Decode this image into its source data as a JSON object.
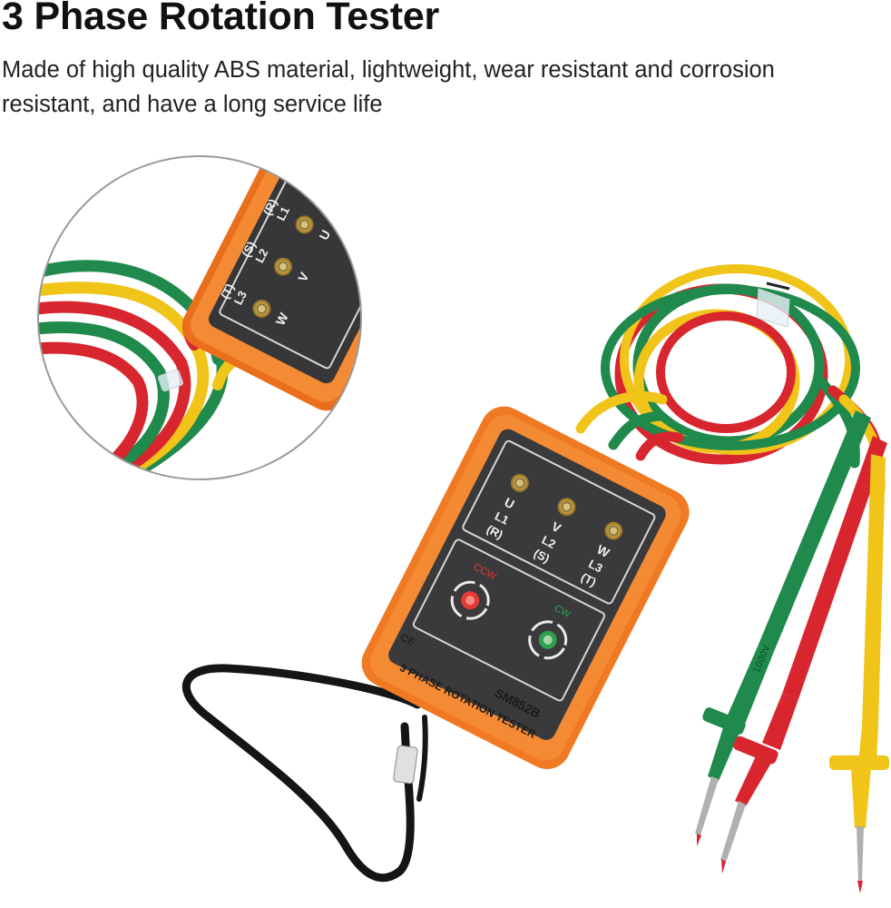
{
  "header": {
    "title": "3 Phase Rotation Tester",
    "description": "Made of high quality ABS material, lightweight, wear resistant and corrosion resistant, and have a long service life"
  },
  "device": {
    "model": "SM852B",
    "name": "3 PHASE ROTATION TESTER",
    "ce_mark": "CE",
    "body_color": "#f07a24",
    "face_color": "#3a3a3c",
    "phases": [
      {
        "letter": "U",
        "line": "L1",
        "code": "(R)"
      },
      {
        "letter": "V",
        "line": "L2",
        "code": "(S)"
      },
      {
        "letter": "W",
        "line": "L3",
        "code": "(T)"
      }
    ],
    "rotation": {
      "ccw_label": "CCW",
      "ccw_color": "#e53935",
      "cw_label": "CW",
      "cw_color": "#2e9e4f"
    }
  },
  "probes": {
    "rating": "1000V",
    "colors": {
      "red": "#d8262f",
      "green": "#1f8a4c",
      "yellow": "#f0c419"
    }
  },
  "inset": {
    "phases": [
      {
        "letter": "W",
        "line": "L3",
        "code": "(T)"
      },
      {
        "letter": "V",
        "line": "L2",
        "code": "(S)"
      },
      {
        "letter": "U",
        "line": "L1",
        "code": "(R)"
      }
    ]
  }
}
